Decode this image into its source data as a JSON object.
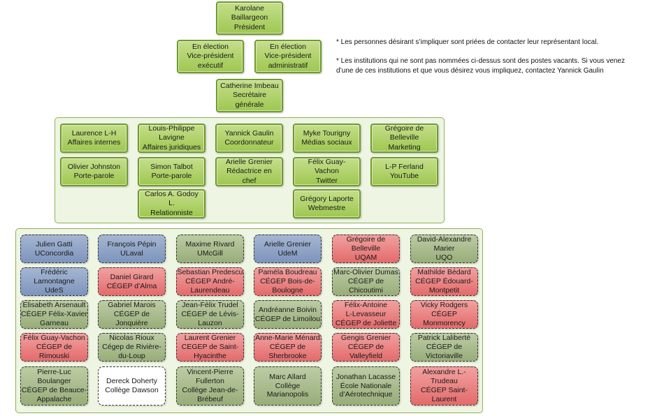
{
  "colors": {
    "exec_green": "#9fc751",
    "uni_blue": "#7d94bc",
    "vacant_red": "#e36b6b",
    "cegep_olive": "#98ad79",
    "panel_bg": "#eef5e2"
  },
  "executive": {
    "president": "Karolane\nBaillargeon\nPrésident",
    "vp_executif": "En élection\nVice-président\nexécutif",
    "vp_administratif": "En élection\nVice-président\nadministratif",
    "secretaire": "Catherine Imbeau\nSecrétaire générale"
  },
  "notes": {
    "note1": "* Les personnes désirant s’impliquer sont priées de contacter leur représentant local.",
    "note2": "* Les institutions qui ne sont pas nommées ci-dessus sont des postes vacants.  Si vous venez d’une de ces institutions et que vous désirez vous impliquez, contactez Yannick Gaulin"
  },
  "committee": [
    "Laurence L-H\nAffaires internes",
    "Louis-Philippe\nLavigne\nAffaires juridiques",
    "Yannick Gaulin\nCoordonnateur",
    "Myke Tourigny\nMédias sociaux",
    "Grégoire de\nBelleville\nMarketing",
    "Olivier Johnston\nPorte-parole",
    "Simon Talbot\nPorte-parole",
    "Arielle Grenier\nRédactrice en chef",
    "Félix Guay-Vachon\nTwitter",
    "L-P Ferland\nYouTube",
    "Carlos A. Godoy L.\nRelationniste",
    "Grégory Laporte\nWebmestre"
  ],
  "representatives": [
    {
      "label": "Julien Gatti\nUConcordia",
      "kind": "blue"
    },
    {
      "label": "François Pépin\nULaval",
      "kind": "blue"
    },
    {
      "label": "Maxime Rivard\nUMcGill",
      "kind": "olive"
    },
    {
      "label": "Arielle Grenier\nUdeM",
      "kind": "blue"
    },
    {
      "label": "Grégoire de\nBelleville\nUQAM",
      "kind": "red"
    },
    {
      "label": "David-Alexandre\nMarier\nUQO",
      "kind": "olive"
    },
    {
      "label": "Frédéric\nLamontagne\nUdeS",
      "kind": "blue"
    },
    {
      "label": "Daniel Girard\nCÉGEP d’Alma",
      "kind": "red"
    },
    {
      "label": "Sebastian Predescu\nCÉGEP André-\nLaurendeau",
      "kind": "red"
    },
    {
      "label": "Paméla Boudreau\nCÉGEP Bois-de-\nBoulogne",
      "kind": "red"
    },
    {
      "label": "Marc-Olivier Dumas\nCÉGEP de\nChicoutimi",
      "kind": "olive"
    },
    {
      "label": "Mathilde Bédard\nCÉGEP Édouard-\nMontpetit",
      "kind": "red"
    },
    {
      "label": "Elisabeth Arsenault\nCÉGEP Félix-Xavier\nGarneau",
      "kind": "olive"
    },
    {
      "label": "Gabriel Marois\nCÉGEP de Jonquière",
      "kind": "olive"
    },
    {
      "label": "Jean-Félix Trudel\nCÉGEP de Lévis-\nLauzon",
      "kind": "olive"
    },
    {
      "label": "Andréanne Boivin\nCÉGEP de Limoilou",
      "kind": "olive"
    },
    {
      "label": "Félix-Antoine\nL-Levasseur\nCÉGEP de Joliette",
      "kind": "red"
    },
    {
      "label": "Vicky Rodgers\nCÉGEP\nMonmorency",
      "kind": "red"
    },
    {
      "label": "Félix Guay-Vachon\nCÉGEP de Rimouski",
      "kind": "red"
    },
    {
      "label": "Nicolas Rioux\nCégep de Rivière-\ndu-Loup",
      "kind": "olive"
    },
    {
      "label": "Laurent Grenier\nCEGEP de Saint-\nHyacinthe",
      "kind": "red"
    },
    {
      "label": "Anne-Marie Ménard\nCÉGEP de\nSherbrooke",
      "kind": "red"
    },
    {
      "label": "Gengis Grenier\nCÉGEP de\nValleyfield",
      "kind": "red"
    },
    {
      "label": "Patrick Laliberté\nCÉGEP de\nVictoriaville",
      "kind": "olive"
    },
    {
      "label": "Pierre-Luc\nBoulanger\nCÉGEP de Beauce-\nAppalache",
      "kind": "olive"
    },
    {
      "label": "Dereck Doherty\nCollège Dawson",
      "kind": "white"
    },
    {
      "label": "Vincent-Pierre\nFullerton\nCollège Jean-de-\nBrébeuf",
      "kind": "olive"
    },
    {
      "label": "Marc Allard\nCollège\nMarianopolis",
      "kind": "olive"
    },
    {
      "label": "Jonathan Lacasse\nÉcole Nationale\nd’Aérotechnique",
      "kind": "olive"
    },
    {
      "label": "Alexandre L.-\nTrudeau\nCÉGEP Saint-\nLaurent",
      "kind": "red"
    }
  ]
}
